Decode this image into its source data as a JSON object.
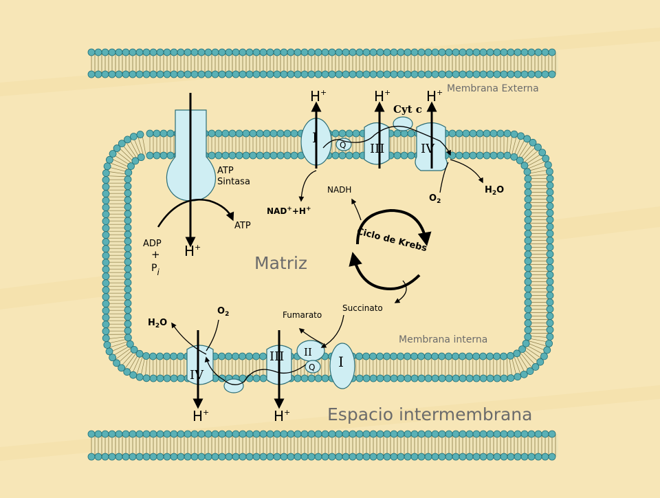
{
  "colors": {
    "background": "#f7e6b6",
    "lipid_head": "#5ab0b5",
    "lipid_head_stroke": "#1f6f78",
    "lipid_tail": "#8a7a44",
    "membrane_band": "#efe4b8",
    "protein_fill": "#cfeef3",
    "protein_stroke": "#2b6d76",
    "label_gray": "#6b6b6b"
  },
  "labels": {
    "outer_membrane": "Membrana Externa",
    "inner_membrane": "Membrana interna",
    "matrix": "Matriz",
    "intermembrane_space": "Espacio intermembrana",
    "atp_synthase_line1": "ATP",
    "atp_synthase_line2": "Sintasa",
    "atp": "ATP",
    "adp_line1": "ADP",
    "adp_plus": "+",
    "pi": "P",
    "pi_sub": "i",
    "h_plus": "H",
    "plus_sup": "+",
    "nadh": "NADH",
    "nad_plus_h": "NAD",
    "nad_tail": "+H",
    "cyt_c": "Cyt c",
    "q": "Q",
    "h2o": "H",
    "h2o_sub": "2",
    "h2o_o": "O",
    "o2": "O",
    "o2_sub": "2",
    "krebs": "Ciclo de Krebs",
    "fumarato": "Fumarato",
    "succinato": "Succinato",
    "complex_i": "I",
    "complex_ii": "II",
    "complex_iii": "III",
    "complex_iv": "IV"
  }
}
